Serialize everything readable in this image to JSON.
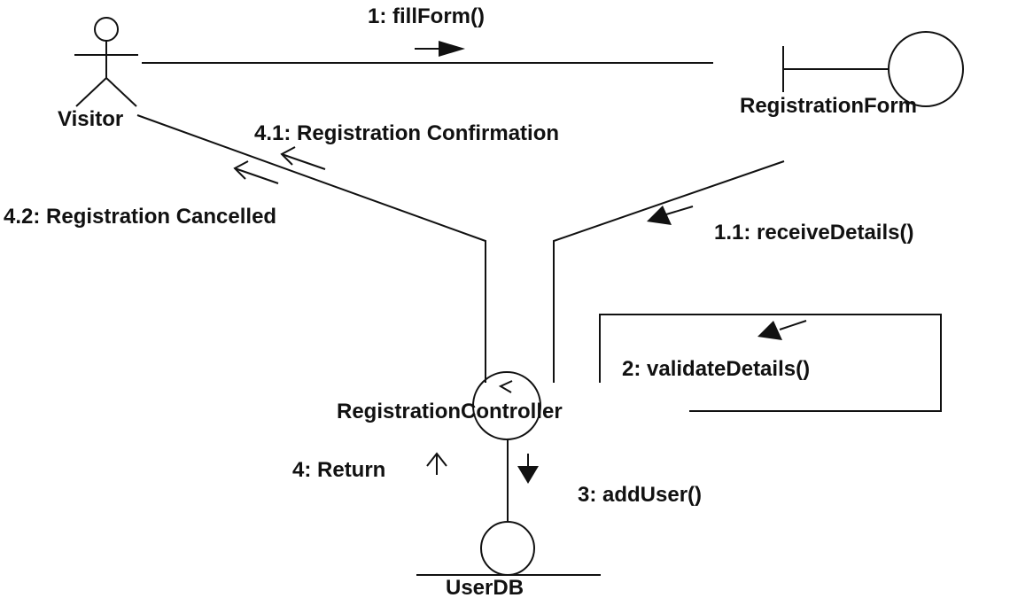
{
  "objects": {
    "visitor": "Visitor",
    "registration_form": "RegistrationForm",
    "registration_controller": "RegistrationController",
    "user_db": "UserDB"
  },
  "messages": {
    "m1": "1: fillForm()",
    "m1_1": "1.1: receiveDetails()",
    "m2": "2: validateDetails()",
    "m3": "3: addUser()",
    "m4": "4: Return",
    "m4_1": "4.1: Registration Confirmation",
    "m4_2": "4.2: Registration Cancelled"
  },
  "colors": {
    "line": "#111111",
    "background": "#ffffff"
  }
}
